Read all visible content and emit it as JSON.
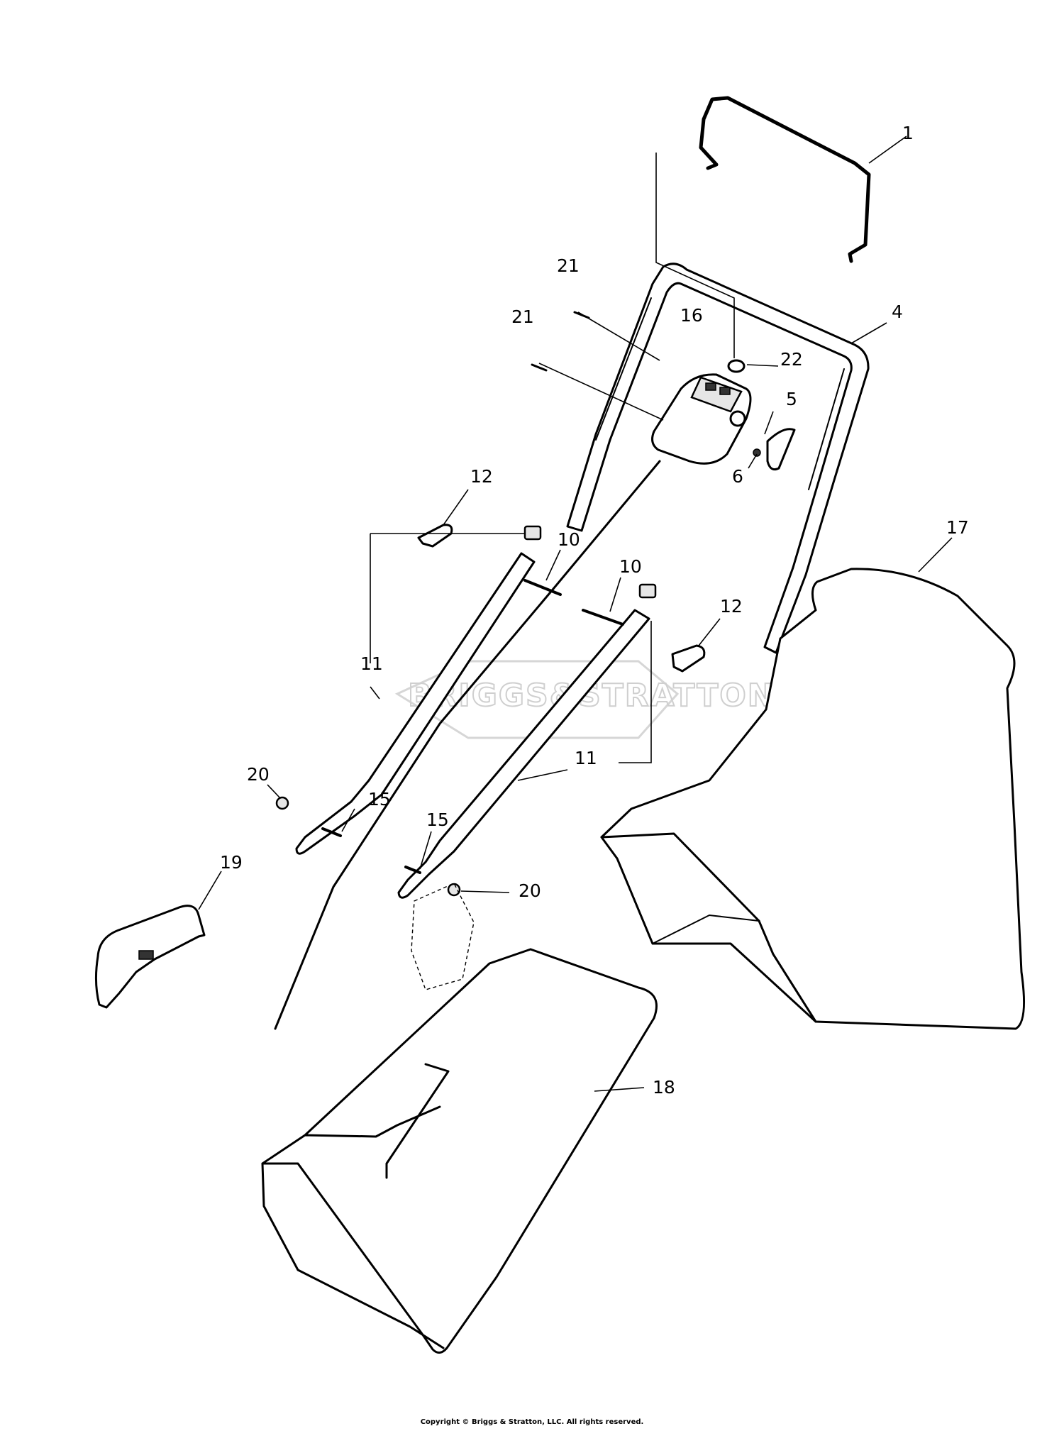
{
  "callouts": {
    "c1": "1",
    "c4": "4",
    "c5": "5",
    "c6": "6",
    "c10a": "10",
    "c10b": "10",
    "c11a": "11",
    "c11b": "11",
    "c12a": "12",
    "c12b": "12",
    "c15a": "15",
    "c15b": "15",
    "c16": "16",
    "c17": "17",
    "c18": "18",
    "c19": "19",
    "c20a": "20",
    "c20b": "20",
    "c21a": "21",
    "c21b": "21",
    "c22": "22"
  },
  "watermark": "BRIGGS&STRATTON",
  "copyright": "Copyright © Briggs & Stratton, LLC. All rights reserved."
}
